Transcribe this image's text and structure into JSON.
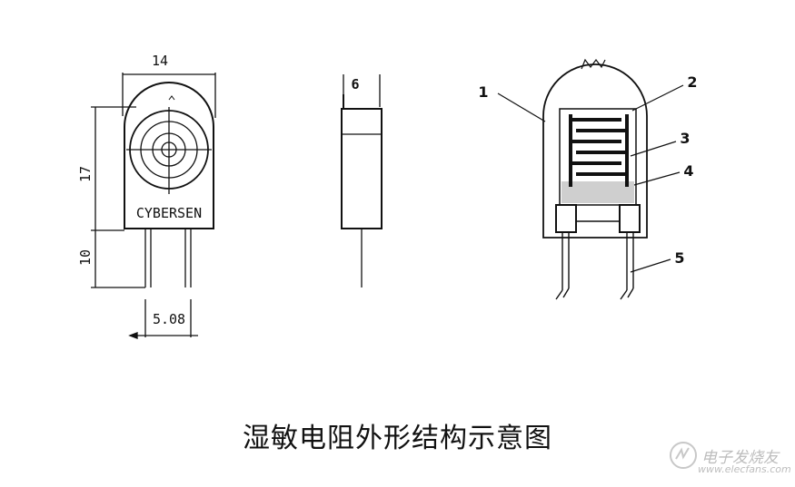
{
  "caption": "湿敏电阻外形结构示意图",
  "front_view": {
    "width_dim": "14",
    "height_dim": "17",
    "lead_dim": "10",
    "pitch_dim": "5.08",
    "brand": "CYBERSEN"
  },
  "side_view": {
    "thickness_dim": "6"
  },
  "section_view": {
    "callouts": [
      "1",
      "2",
      "3",
      "4",
      "5"
    ]
  },
  "watermark": {
    "text": "电子发烧友",
    "url": "www.elecfans.com"
  }
}
